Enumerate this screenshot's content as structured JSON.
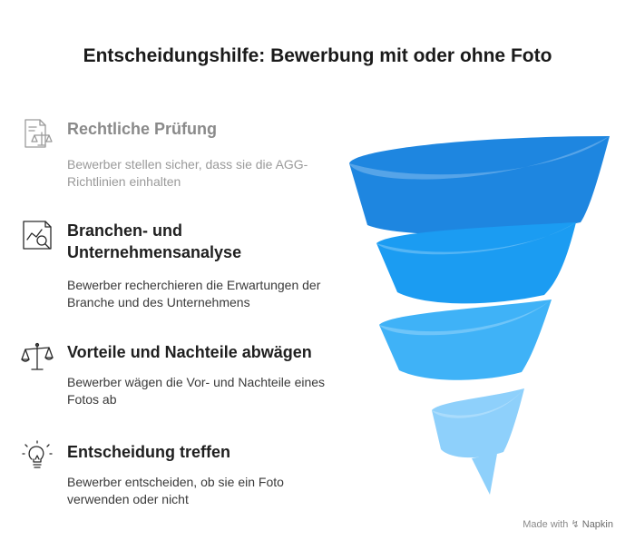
{
  "title": "Entscheidungshilfe: Bewerbung mit oder ohne Foto",
  "steps": [
    {
      "heading": "Rechtliche Prüfung",
      "description": "Bewerber stellen sicher, dass sie die AGG-Richtlinien einhalten",
      "icon": "legal-document-icon",
      "muted": true
    },
    {
      "heading": "Branchen- und Unternehmensanalyse",
      "description": "Bewerber recherchieren die Erwartungen der Branche und des Unternehmens",
      "icon": "chart-magnifier-icon",
      "muted": false
    },
    {
      "heading": "Vorteile und Nachteile abwägen",
      "description": "Bewerber wägen die Vor- und Nachteile eines Fotos ab",
      "icon": "balance-scale-icon",
      "muted": false
    },
    {
      "heading": "Entscheidung treffen",
      "description": "Bewerber entscheiden, ob sie ein Foto verwenden oder nicht",
      "icon": "lightbulb-icon",
      "muted": false
    }
  ],
  "funnel_colors": [
    "#1e86e0",
    "#1b9cf2",
    "#3fb2f7",
    "#8ed0fb"
  ],
  "footer": {
    "made_with": "Made with",
    "brand": "Napkin"
  }
}
